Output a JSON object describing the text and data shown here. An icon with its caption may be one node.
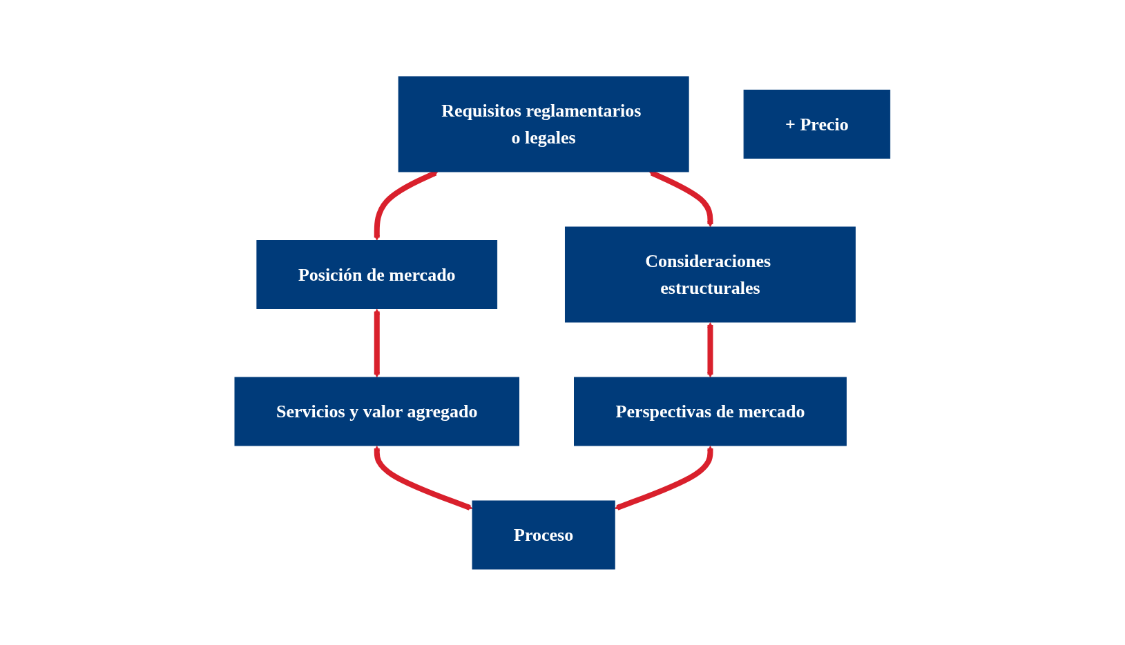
{
  "diagram": {
    "nodes": [
      {
        "text": [
          "Posición de mercado"
        ]
      },
      {
        "text": [
          "Requisitos reglamentarios o legales"
        ]
      },
      {
        "text": [
          "Servicios y valor agregado"
        ]
      },
      {
        "text": [
          "+ Precio"
        ]
      },
      {
        "text": [
          "Consideraciones estructurales"
        ]
      },
      {
        "text": [
          "Proceso"
        ]
      },
      {
        "text": [
          "Perspectivas de mercado"
        ]
      }
    ],
    "edges": [
      {
        "from": 1,
        "to": 0,
        "arrow": "both"
      },
      {
        "from": 0,
        "to": 2,
        "arrow": "both"
      },
      {
        "from": 1,
        "to": 4,
        "arrow": "both"
      },
      {
        "from": 2,
        "to": 5,
        "arrow": "both"
      },
      {
        "from": 4,
        "to": 6,
        "arrow": "both"
      },
      {
        "from": 6,
        "to": 5,
        "arrow": "both"
      }
    ]
  }
}
